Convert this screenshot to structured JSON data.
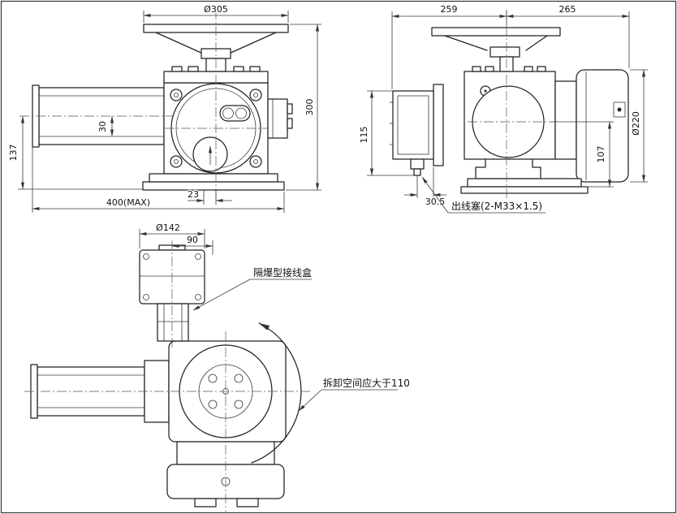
{
  "colors": {
    "background": "#ffffff",
    "line": "#222222"
  },
  "views": {
    "front": {
      "dims": {
        "dia305": "Ø305",
        "h300": "300",
        "d137": "137",
        "d30": "30",
        "d23": "23",
        "len400": "400(MAX)"
      }
    },
    "side": {
      "dims": {
        "w259": "259",
        "w265": "265",
        "dia220": "Ø220",
        "d115": "115",
        "d107": "107",
        "d305b": "30.5"
      },
      "callouts": {
        "cable_gland": "出线塞(2-M33×1.5)"
      }
    },
    "top": {
      "dims": {
        "dia142": "Ø142",
        "d90": "90"
      },
      "callouts": {
        "junction_box": "隔爆型接线盒",
        "clearance": "拆卸空间应大于110"
      }
    }
  }
}
